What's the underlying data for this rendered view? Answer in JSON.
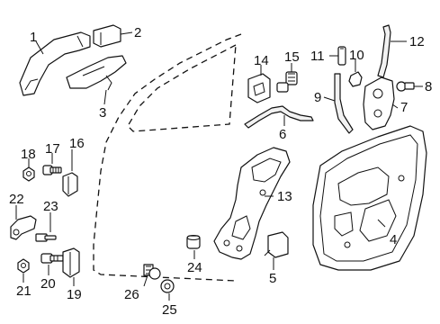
{
  "diagram": {
    "callouts": {
      "c1": "1",
      "c2": "2",
      "c3": "3",
      "c4": "4",
      "c5": "5",
      "c6": "6",
      "c7": "7",
      "c8": "8",
      "c9": "9",
      "c10": "10",
      "c11": "11",
      "c12": "12",
      "c13": "13",
      "c14": "14",
      "c15": "15",
      "c16": "16",
      "c17": "17",
      "c18": "18",
      "c19": "19",
      "c20": "20",
      "c21": "21",
      "c22": "22",
      "c23": "23",
      "c24": "24",
      "c25": "25",
      "c26": "26"
    }
  }
}
